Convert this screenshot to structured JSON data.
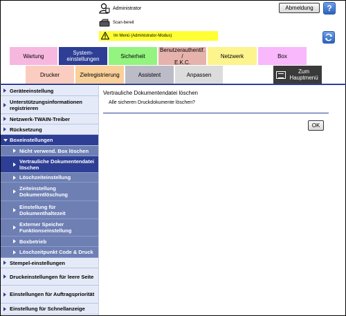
{
  "header": {
    "user": "Administrator",
    "logout": "Abmeldung",
    "help": "?",
    "scan_status": "Scan-bereit",
    "mode": "Im Menü (Administrator-Modus)"
  },
  "tabs": [
    {
      "label": "Wartung",
      "color": "#f7b8e0"
    },
    {
      "label": "System-\neinstellungen",
      "color": "#2d3e94",
      "active": true
    },
    {
      "label": "Sicherheit",
      "color": "#93f47f"
    },
    {
      "label": "Benutzerauthentif. /\nE.K.C.",
      "color": "#e6b2ac"
    },
    {
      "label": "Netzwerk",
      "color": "#fdf48e"
    },
    {
      "label": "Box",
      "color": "#f8b8fb"
    }
  ],
  "tabs2": [
    {
      "label": "Drucker",
      "color": "#fbcdc1"
    },
    {
      "label": "Zielregistrierung",
      "color": "#f9cf9a"
    },
    {
      "label": "Assistent",
      "color": "#bcbcc8"
    },
    {
      "label": "Anpassen",
      "color": "#dcdcdc"
    }
  ],
  "main_menu": "Zum\nHauptmenü",
  "sidebar": {
    "items": [
      "Geräteeinstellung",
      "Unterstützungsinformationen registrieren",
      "Netzwerk-TWAIN-Treiber",
      "Rücksetzung",
      "Boxeinstellungen",
      "Stempel-einstellungen",
      "Druckeinstellungen für leere Seite",
      "Einstellungen für Auftragspriorität",
      "Einstellung für Schnellanzeige"
    ],
    "sub_items": [
      "Nicht verwend. Box löschen",
      "Vertrauliche Dokumentendatei löschen",
      "Löschzeiteinstellung",
      "Zeiteinstellung Dokumentlöschung",
      "Einstellung für Dokumenthaltezeit",
      "Externer Speicher Funktionseinstellung",
      "Boxbetrieb",
      "Löschzeitpunkt Code & Druck"
    ]
  },
  "content": {
    "title": "Vertrauliche Dokumentendatei löschen",
    "question": "Alle sicheren Druckdokumente löschen?",
    "ok": "OK"
  },
  "colors": {
    "accent": "#2d3e94",
    "sub_menu": "#6e7fb4",
    "sidebar_bg": "#e5eaf8",
    "banner": "#ffff33"
  }
}
